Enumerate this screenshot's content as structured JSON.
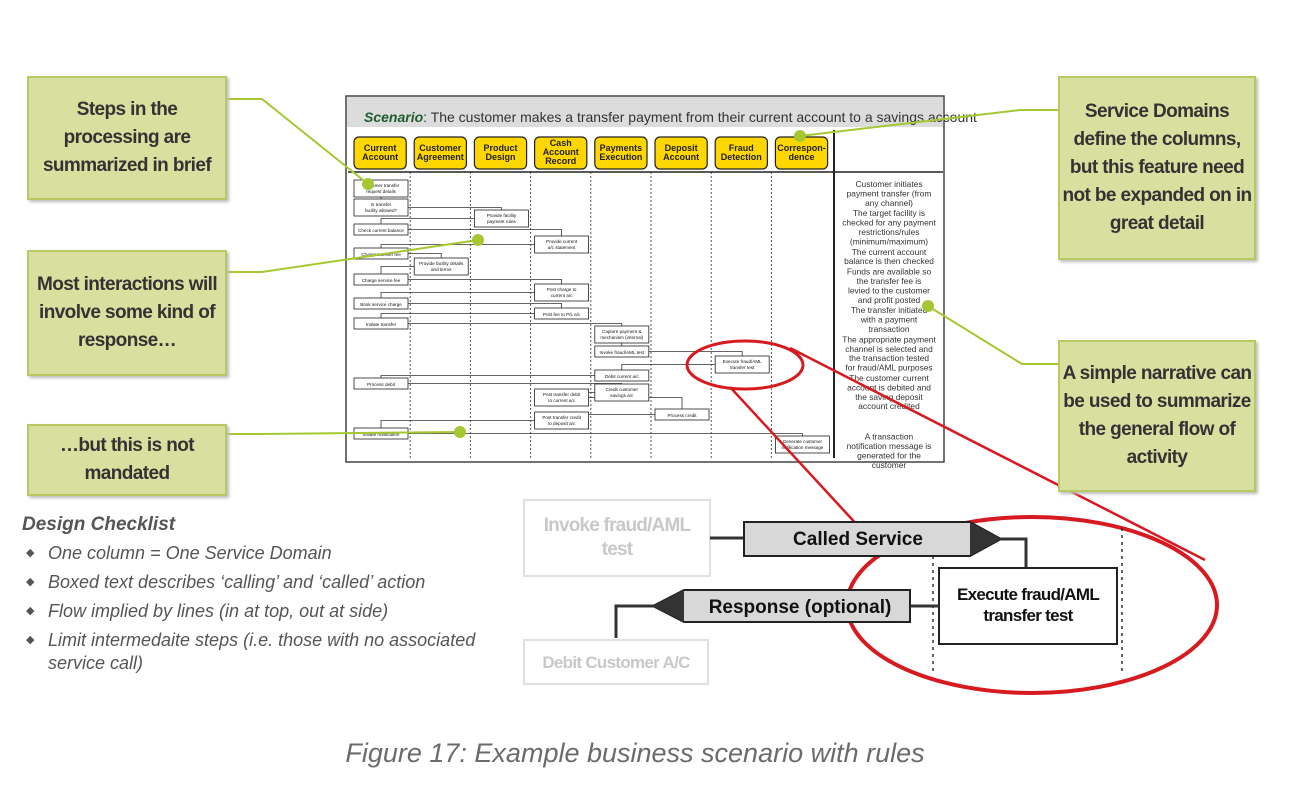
{
  "scenario": {
    "label": "Scenario",
    "text": ": The customer makes a transfer payment from their current account to a savings account"
  },
  "columns": [
    "Current Account",
    "Customer Agreement",
    "Product Design",
    "Cash Account Record",
    "Payments Execution",
    "Deposit Account",
    "Fraud Detection",
    "Correspon-dence"
  ],
  "steps": [
    {
      "text": "Customer transfer request details",
      "col": 0,
      "row": 0
    },
    {
      "text": "Is transfer facility allowed?",
      "col": 0,
      "row": 1
    },
    {
      "text": "Provide facility payment rules",
      "col": 2,
      "row": 2
    },
    {
      "text": "Check current balance",
      "col": 0,
      "row": 3
    },
    {
      "text": "Provide current a/c statement",
      "col": 3,
      "row": 4
    },
    {
      "text": "Charge transfer fee",
      "col": 0,
      "row": 5
    },
    {
      "text": "Provide facility details and terms",
      "col": 1,
      "row": 6
    },
    {
      "text": "Charge service fee",
      "col": 0,
      "row": 7
    },
    {
      "text": "Post charge to current a/c",
      "col": 3,
      "row": 8
    },
    {
      "text": "Book service charge",
      "col": 0,
      "row": 9
    },
    {
      "text": "Post fee to P/L a/c",
      "col": 3,
      "row": 10
    },
    {
      "text": "Initiate transfer",
      "col": 0,
      "row": 11
    },
    {
      "text": "Capture payment & mechanism (internal)",
      "col": 4,
      "row": 12
    },
    {
      "text": "Invoke fraud/AML test",
      "col": 4,
      "row": 13
    },
    {
      "text": "Execute fraud/AML transfer test",
      "col": 6,
      "row": 14
    },
    {
      "text": "Debit current a/c",
      "col": 4,
      "row": 15
    },
    {
      "text": "Process debit",
      "col": 0,
      "row": 16
    },
    {
      "text": "Credit customer savings a/c",
      "col": 4,
      "row": 17
    },
    {
      "text": "Post transfer debit to current a/c",
      "col": 3,
      "row": 18
    },
    {
      "text": "Process credit",
      "col": 5,
      "row": 19
    },
    {
      "text": "Post transfer credit to deposit a/c",
      "col": 3,
      "row": 20
    },
    {
      "text": "Initiate notification",
      "col": 0,
      "row": 21
    },
    {
      "text": "Generate customer notification message",
      "col": 7,
      "row": 22
    }
  ],
  "narrative": [
    "Customer initiates payment transfer  (from any channel)",
    "The target facility is checked for any payment restrictions/rules (minimum/maximum)",
    "The current account balance is then checked",
    "Funds are available so the transfer fee is levied to the customer and profit posted",
    "The transfer initiated with a payment transaction",
    "The appropriate payment channel is selected and the transaction tested for fraud/AML purposes",
    "The customer current account is debited and the saving deposit account credited",
    "A transaction notification message is generated for the customer"
  ],
  "callouts": {
    "steps": "Steps in the processing are summarized in brief",
    "interactions": "Most interactions will involve some kind of response…",
    "not_mandated": "…but this is not mandated",
    "service_domains": "Service Domains define the columns, but this feature need not be expanded on in great detail",
    "narrative": "A simple narrative can be used to summarize the general flow of activity"
  },
  "zoom": {
    "invoke": "Invoke fraud/AML test",
    "called_service": "Called Service",
    "response": "Response (optional)",
    "debit": "Debit Customer A/C",
    "execute": "Execute fraud/AML transfer test"
  },
  "checklist": {
    "title": "Design Checklist",
    "items": [
      "One column = One Service Domain",
      "Boxed text describes ‘calling’ and ‘called’ action",
      "Flow implied by lines (in at top, out at side)",
      "Limit intermedaite steps (i.e. those with no associated service call)"
    ]
  },
  "caption": "Figure 17: Example business scenario with rules",
  "colors": {
    "callout_fill": "#d9df9f",
    "callout_border": "#b9c961",
    "column_header": "#ffd700",
    "highlight": "#d71920",
    "connector": "#a5c832"
  }
}
